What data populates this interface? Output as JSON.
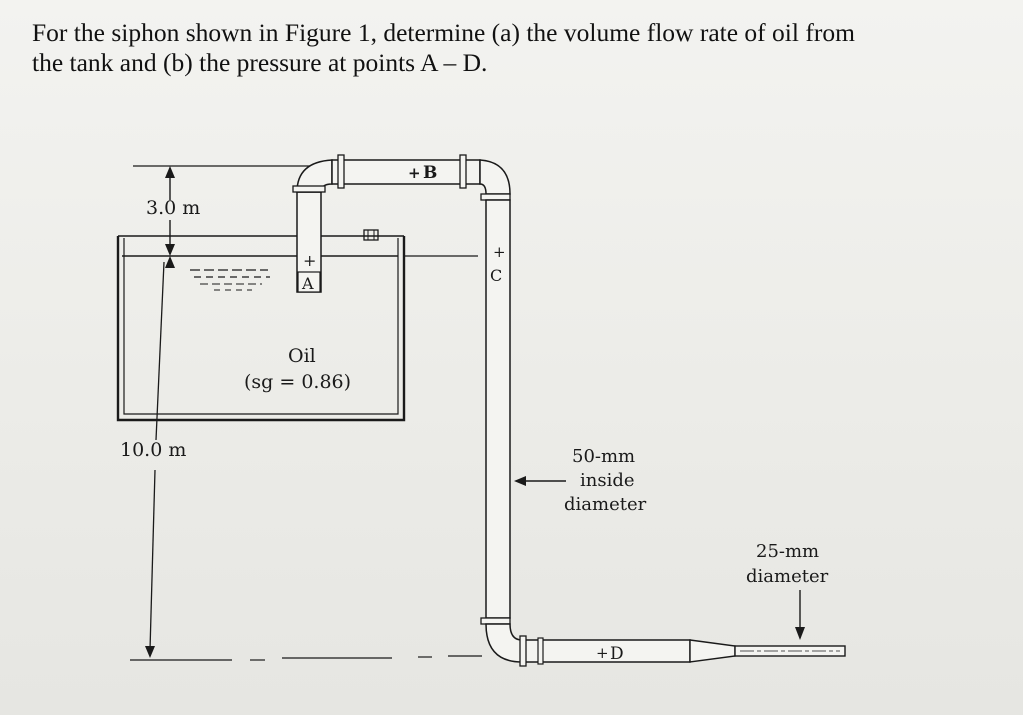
{
  "problem": {
    "line1": "For the siphon shown in Figure 1, determine (a) the volume flow rate of oil from",
    "line2": "the tank and (b) the pressure at points A – D."
  },
  "figure": {
    "dim_top": "3.0 m",
    "dim_bottom": "10.0 m",
    "fluid_name": "Oil",
    "fluid_sg": "(sg = 0.86)",
    "point_a": "A",
    "point_b": "B",
    "point_c": "C",
    "point_d": "D",
    "cross": "+",
    "pipe_label_line1": "50-mm",
    "pipe_label_line2": "inside",
    "pipe_label_line3": "diameter",
    "nozzle_label_line1": "25-mm",
    "nozzle_label_line2": "diameter"
  },
  "colors": {
    "ink": "#1a1a1a",
    "paper": "#efefeb",
    "pipe_fill": "#f4f4f1"
  }
}
